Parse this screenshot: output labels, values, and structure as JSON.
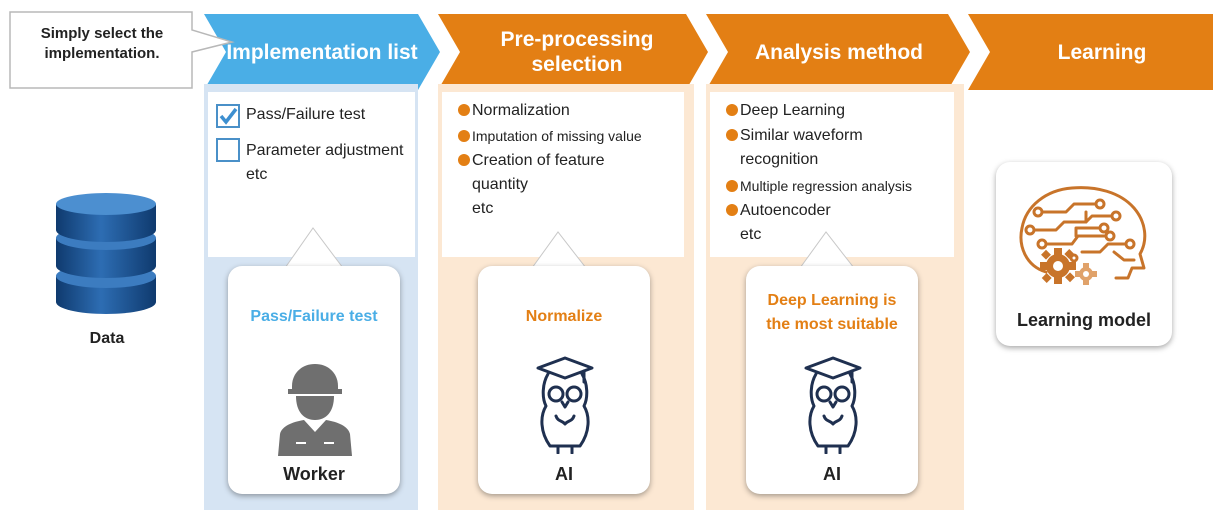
{
  "callout": {
    "text": "Simply select the implementation."
  },
  "data_section": {
    "label": "Data",
    "icon": "database-icon"
  },
  "stages": [
    {
      "title": "Implementation list",
      "color": "#4aaee6"
    },
    {
      "title": "Pre-processing selection",
      "color": "#e37f14"
    },
    {
      "title": "Analysis method",
      "color": "#e37f14"
    },
    {
      "title": "Learning",
      "color": "#e37f14"
    }
  ],
  "implementation": {
    "items": [
      {
        "label": "Pass/Failure test",
        "checked": true
      },
      {
        "label": "Parameter adjustment",
        "checked": false
      }
    ],
    "etc": "etc",
    "card": {
      "choice": "Pass/Failure test",
      "actor": "Worker",
      "icon": "worker-icon",
      "choice_color": "#4aaee6"
    }
  },
  "preprocessing": {
    "items": [
      "Normalization",
      "Imputation of missing value",
      "Creation of feature",
      "quantity"
    ],
    "etc": "etc",
    "card": {
      "choice": "Normalize",
      "actor": "AI",
      "icon": "owl-icon",
      "choice_color": "#e37f14"
    }
  },
  "analysis": {
    "items": [
      "Deep Learning",
      "Similar waveform",
      "recognition",
      "Multiple regression analysis",
      "Autoencoder"
    ],
    "etc": "etc",
    "card": {
      "choice_line1": "Deep Learning is",
      "choice_line2": "the most suitable",
      "actor": "AI",
      "icon": "owl-icon",
      "choice_color": "#e37f14"
    }
  },
  "learning": {
    "label": "Learning model",
    "icon": "brain-gear-icon"
  },
  "colors": {
    "blue": "#4aaee6",
    "orange": "#e37f14",
    "blue_bg": "#d6e4f3",
    "orange_bg": "#fce8d3"
  }
}
